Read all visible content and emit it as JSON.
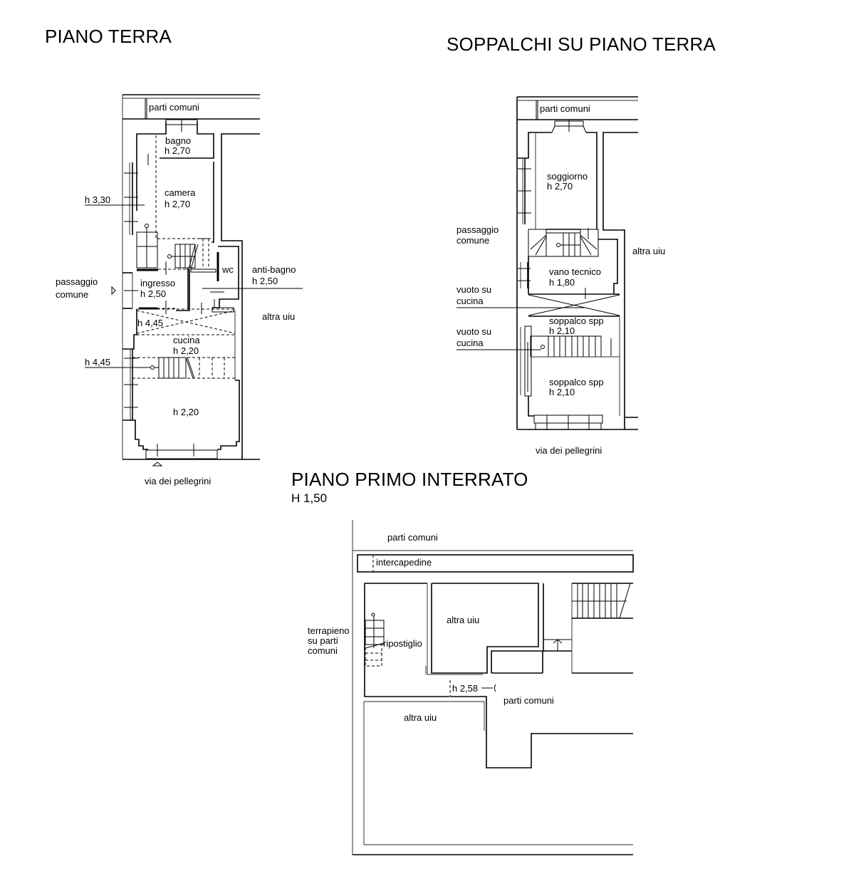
{
  "titles": {
    "piano_terra": "PIANO TERRA",
    "soppalchi": "SOPPALCHI SU PIANO TERRA",
    "interrato": "PIANO PRIMO INTERRATO",
    "interrato_height": "H 1,50"
  },
  "piano_terra": {
    "labels": {
      "parti_comuni": "parti comuni",
      "bagno": "bagno",
      "bagno_h": "h 2,70",
      "camera": "camera",
      "camera_h": "h 2,70",
      "h_330": "h 3,30",
      "passaggio": "passaggio",
      "comune": "comune",
      "ingresso": "ingresso",
      "ingresso_h": "h 2,50",
      "wc": "wc",
      "anti_bagno": "anti-bagno",
      "anti_bagno_h": "h 2,50",
      "altra_uiu": "altra uiu",
      "h_445_a": "h 4,45",
      "cucina": "cucina",
      "cucina_h": "h 2,20",
      "h_445_b": "h 4,45",
      "front_h": "h 2,20",
      "street": "via dei pellegrini"
    }
  },
  "soppalchi": {
    "labels": {
      "parti_comuni": "parti comuni",
      "soggiorno": "soggiorno",
      "soggiorno_h": "h 2,70",
      "passaggio": "passaggio",
      "comune": "comune",
      "altra_uiu": "altra uiu",
      "vano_tecnico": "vano tecnico",
      "vano_tecnico_h": "h 1,80",
      "vuoto1_a": "vuoto su",
      "vuoto1_b": "cucina",
      "soppalco1": "soppalco spp",
      "soppalco1_h": "h 2,10",
      "vuoto2_a": "vuoto su",
      "vuoto2_b": "cucina",
      "soppalco2": "soppalco spp",
      "soppalco2_h": "h 2,10",
      "street": "via dei pellegrini"
    }
  },
  "interrato": {
    "labels": {
      "parti_comuni_top": "parti comuni",
      "intercapedine": "intercapedine",
      "terrapieno_a": "terrapieno",
      "terrapieno_b": "su parti",
      "terrapieno_c": "comuni",
      "ripostiglio": "ripostiglio",
      "altra_uiu_1": "altra uiu",
      "h_258": "h 2,58",
      "parti_comuni_mid": "parti comuni",
      "altra_uiu_2": "altra uiu"
    }
  }
}
